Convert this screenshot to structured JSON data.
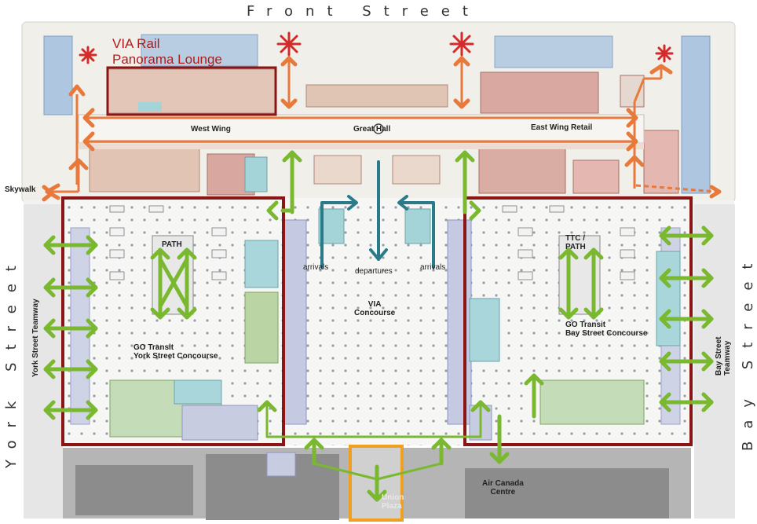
{
  "streets": {
    "front": "Front   Street",
    "york": "York   Street",
    "bay": "Bay   Street"
  },
  "labels": {
    "via_lounge": "VIA Rail\nPanorama Lounge",
    "west_wing": "West Wing",
    "great_hall": "Great Hall",
    "east_wing": "East Wing Retail",
    "skywalk": "Skywalk",
    "path_west": "PATH",
    "ttc_path": "TTC /\nPATH",
    "arrivals_left": "arrivals",
    "departures": "departures",
    "arrivals_right": "arrivals",
    "via_concourse": "VIA\nConcourse",
    "go_york": "GO Transit\nYork Street Concourse",
    "go_bay": "GO Transit\nBay Street Concourse",
    "york_teamway": "York Street Teamway",
    "bay_teamway": "Bay Street Teamway",
    "air_canada": "Air Canada\nCentre",
    "union_plaza": "Union\nPlaza"
  },
  "colors": {
    "highlight_box": "#8b1515",
    "plaza_box": "#f0a020",
    "green_arrow": "#7ab830",
    "orange_arrow": "#e8793a",
    "teal_arrow": "#2a7a8a",
    "asterisk": "#d42a2a"
  }
}
